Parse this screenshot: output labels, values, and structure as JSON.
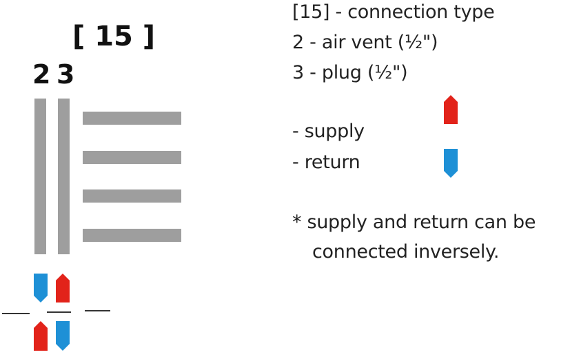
{
  "diagram": {
    "connection_code": "[ 15 ]",
    "port_labels": [
      "2",
      "3"
    ],
    "legend": {
      "lines": [
        "[15] - connection type",
        "2 - air vent (½\")",
        "3 - plug (½\")"
      ],
      "supply_label": "- supply",
      "return_label": "- return",
      "note_line1": "* supply and return can be",
      "note_line2": "connected inversely."
    },
    "colors": {
      "supply": "#e2231a",
      "return": "#1e90d6",
      "bars": "#9e9e9e"
    },
    "icons": {
      "supply": "arrow-up-icon",
      "return": "arrow-down-icon"
    }
  }
}
